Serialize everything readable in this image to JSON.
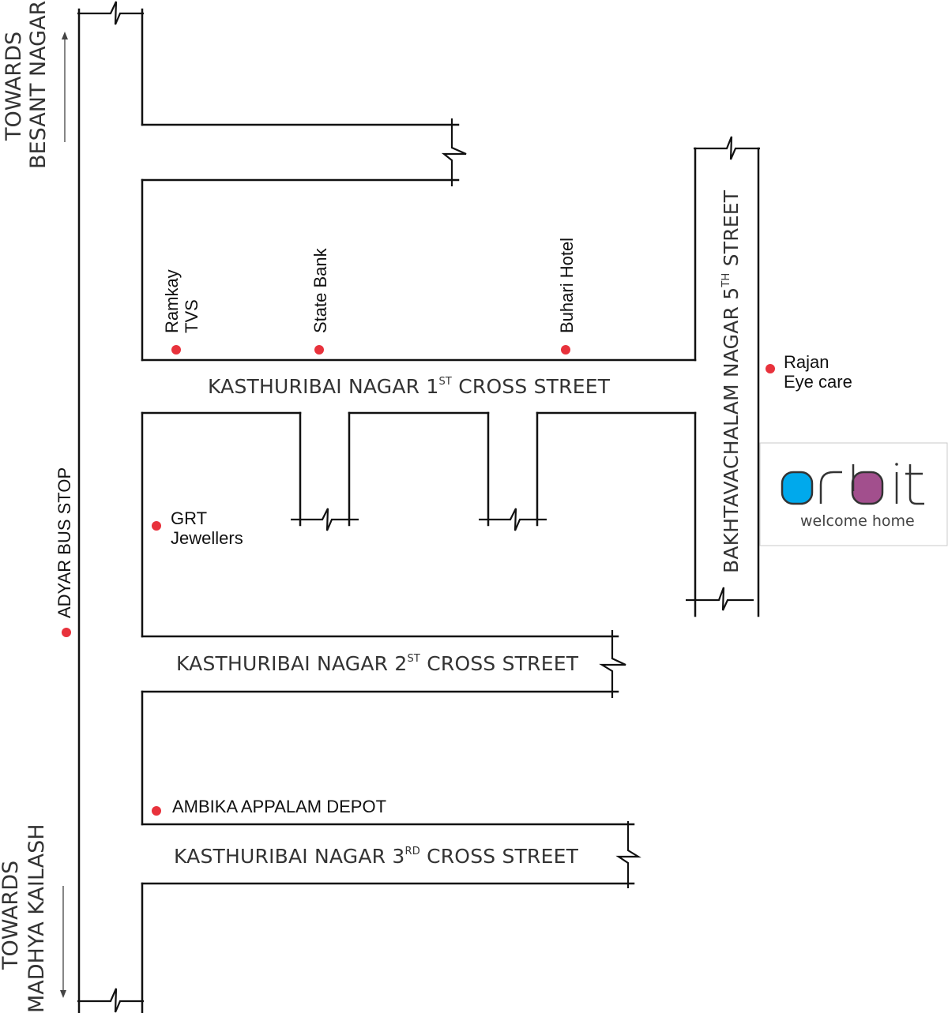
{
  "colors": {
    "road": "#111111",
    "label": "#333333",
    "landmark_dot": "#e8323c",
    "logo_o": "#00a9ec",
    "logo_b": "#a24f8d",
    "logo_stroke": "#333333"
  },
  "directions": {
    "north": {
      "line1": "TOWARDS",
      "line2": "BESANT NAGAR",
      "arrow": "up-arrow-icon"
    },
    "south": {
      "line1": "TOWARDS",
      "line2": "MADHYA KAILASH",
      "arrow": "down-arrow-icon"
    }
  },
  "streets": {
    "cross1": {
      "prefix": "KASTHURIBAI NAGAR 1",
      "sup": "ST",
      "suffix": " CROSS STREET"
    },
    "cross2": {
      "prefix": "KASTHURIBAI NAGAR 2",
      "sup": "ST",
      "suffix": " CROSS STREET"
    },
    "cross3": {
      "prefix": "KASTHURIBAI NAGAR 3",
      "sup": "RD",
      "suffix": " CROSS STREET"
    },
    "fifth": {
      "prefix": "BAKHTAVACHALAM NAGAR 5",
      "sup": "TH",
      "suffix": " STREET"
    }
  },
  "landmarks": {
    "ramkay": {
      "line1": "Ramkay",
      "line2": "TVS"
    },
    "state_bank": {
      "label": "State Bank"
    },
    "buhari": {
      "label": "Buhari Hotel"
    },
    "rajan": {
      "line1": "Rajan",
      "line2": "Eye care"
    },
    "grt": {
      "line1": "GRT",
      "line2": "Jewellers"
    },
    "adyar": {
      "label": "ADYAR BUS STOP"
    },
    "ambika": {
      "label": "AMBIKA APPALAM DEPOT"
    }
  },
  "logo": {
    "letters": [
      "o",
      "r",
      "b",
      "i",
      "t"
    ],
    "tagline": "welcome home"
  }
}
